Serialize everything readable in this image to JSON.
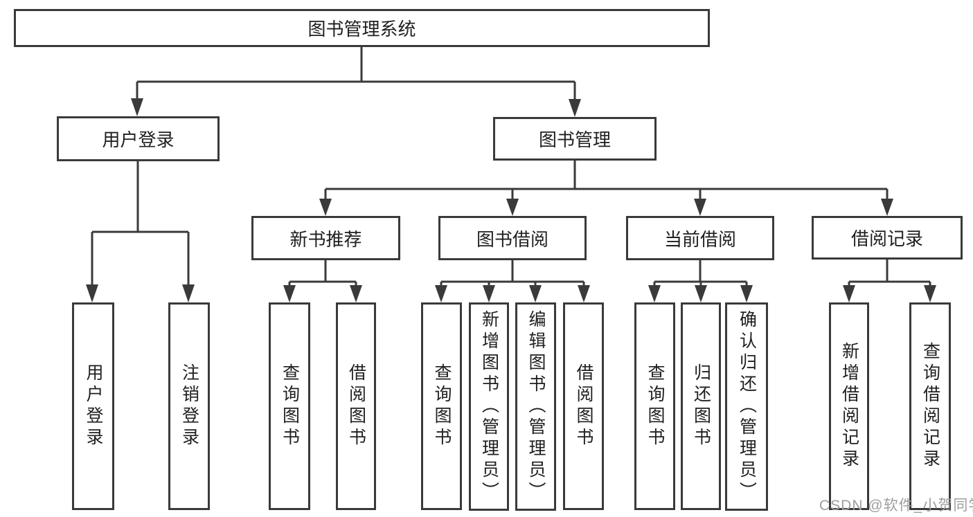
{
  "diagram": {
    "colors": {
      "line": "#3a3a3a",
      "text": "#1f1f1f",
      "box_background": "#ffffff",
      "watermark": "#9e9e9e"
    },
    "watermark": "CSDN @软件_小贺同学",
    "tree": {
      "label": "图书管理系统",
      "children": [
        {
          "label": "用户登录",
          "children": [
            {
              "label": "用户登录"
            },
            {
              "label": "注销登录"
            }
          ]
        },
        {
          "label": "图书管理",
          "children": [
            {
              "label": "新书推荐",
              "children": [
                {
                  "label": "查询图书"
                },
                {
                  "label": "借阅图书"
                }
              ]
            },
            {
              "label": "图书借阅",
              "children": [
                {
                  "label": "查询图书"
                },
                {
                  "label": "新增图书（管理员）"
                },
                {
                  "label": "编辑图书（管理员）"
                },
                {
                  "label": "借阅图书"
                }
              ]
            },
            {
              "label": "当前借阅",
              "children": [
                {
                  "label": "查询图书"
                },
                {
                  "label": "归还图书"
                },
                {
                  "label": "确认归还（管理员）"
                }
              ]
            },
            {
              "label": "借阅记录",
              "children": [
                {
                  "label": "新增借阅记录"
                },
                {
                  "label": "查询借阅记录"
                }
              ]
            }
          ]
        }
      ]
    }
  }
}
